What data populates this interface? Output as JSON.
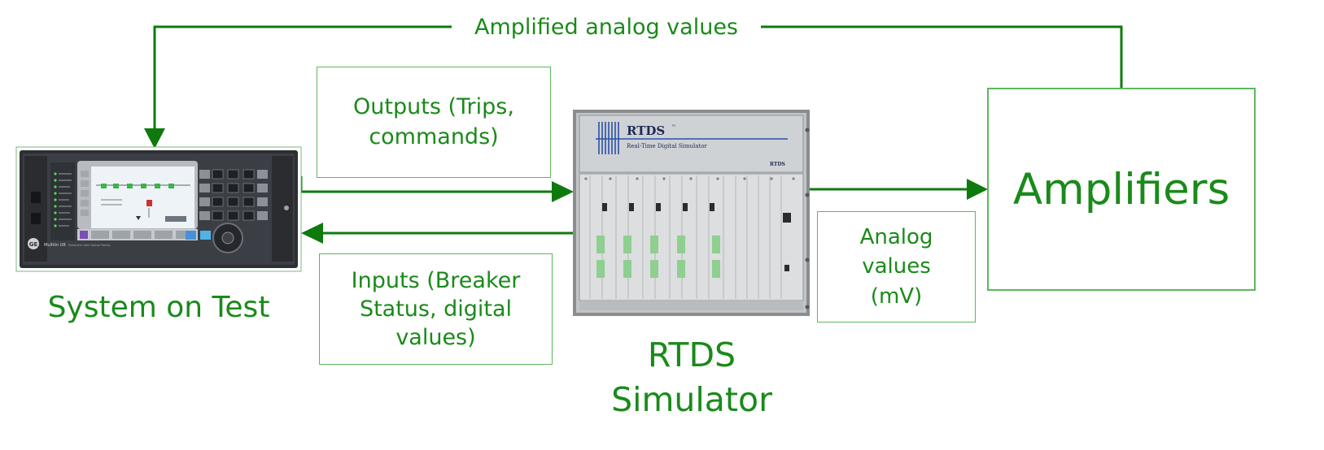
{
  "feedback_label": "Amplified analog values",
  "outputs_label": "Outputs (Trips, commands)",
  "inputs_label": "Inputs (Breaker Status, digital values)",
  "analog_label": "Analog values (mV)",
  "amplifiers_label": "Amplifiers",
  "system_label": "System on Test",
  "rtds_label": "RTDS Simulator",
  "rtds_panel": {
    "brand": "RTDS",
    "tm": "™",
    "subtitle": "Real-Time Digital Simulator",
    "small_logo": "RTDS"
  },
  "relay_panel": {
    "brand": "Multilin UR",
    "tagline": "Protection and Control Family"
  },
  "colors": {
    "arrow": "#0e7a0e",
    "text": "#1a8a1a",
    "box_border": "#5cb85c"
  }
}
